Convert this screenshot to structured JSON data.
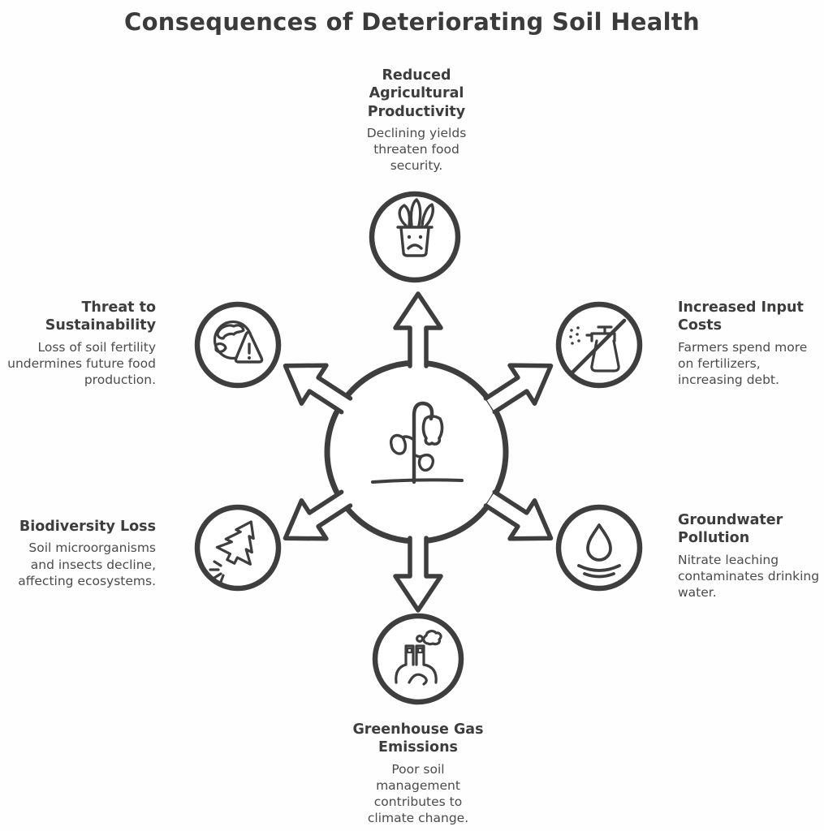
{
  "title": "Consequences of Deteriorating Soil Health",
  "colors": {
    "ink": "#3e3e3e",
    "background": "#ffffff"
  },
  "hub": {
    "icon": "wilting-plant-icon",
    "arrows": [
      "up",
      "upper-right",
      "lower-right",
      "down",
      "lower-left",
      "upper-left"
    ]
  },
  "nodes": [
    {
      "id": "reduced-agricultural-productivity",
      "position": "top",
      "icon": "sad-potted-plant-icon",
      "title": "Reduced Agricultural Productivity",
      "description": "Declining yields threaten food security."
    },
    {
      "id": "increased-input-costs",
      "position": "upper-right",
      "icon": "no-spray-bottle-icon",
      "title": "Increased Input Costs",
      "description": "Farmers spend more on fertilizers, increasing debt."
    },
    {
      "id": "groundwater-pollution",
      "position": "lower-right",
      "icon": "water-drop-icon",
      "title": "Groundwater Pollution",
      "description": "Nitrate leaching contaminates drinking water."
    },
    {
      "id": "greenhouse-gas-emissions",
      "position": "bottom",
      "icon": "factory-emissions-icon",
      "title": "Greenhouse Gas Emissions",
      "description": "Poor soil management contributes to climate change."
    },
    {
      "id": "biodiversity-loss",
      "position": "lower-left",
      "icon": "falling-tree-icon",
      "title": "Biodiversity Loss",
      "description": "Soil microorganisms and insects decline, affecting ecosystems."
    },
    {
      "id": "threat-to-sustainability",
      "position": "upper-left",
      "icon": "globe-warning-icon",
      "title": "Threat to Sustainability",
      "description": "Loss of soil fertility undermines future food production."
    }
  ]
}
